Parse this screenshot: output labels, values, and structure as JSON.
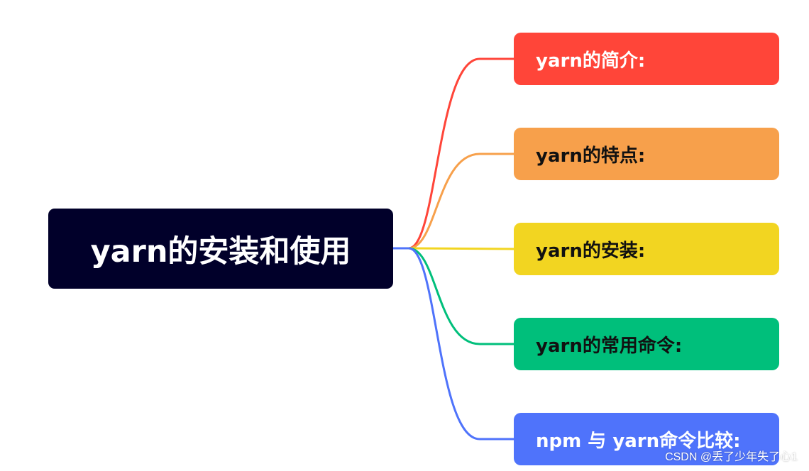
{
  "root": {
    "label": "yarn的安装和使用",
    "color": "#01002a",
    "text_color": "#ffffff"
  },
  "branches": [
    {
      "label": "yarn的简介:",
      "color": "#ff4539",
      "text_color": "#ffffff"
    },
    {
      "label": "yarn的特点:",
      "color": "#f7a04b",
      "text_color": "#111111"
    },
    {
      "label": "yarn的安装:",
      "color": "#f2d521",
      "text_color": "#111111"
    },
    {
      "label": "yarn的常用命令:",
      "color": "#00bf7b",
      "text_color": "#111111"
    },
    {
      "label": "npm 与 yarn命令比较:",
      "color": "#4f73fb",
      "text_color": "#ffffff"
    }
  ],
  "watermark": "CSDN @丢了少年失了心1"
}
